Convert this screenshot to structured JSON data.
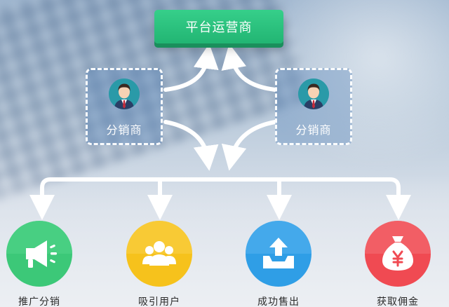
{
  "platform": {
    "label": "平台运营商",
    "color": "#22b573"
  },
  "distributors": [
    {
      "label": "分销商"
    },
    {
      "label": "分销商"
    }
  ],
  "steps": [
    {
      "label": "推广分销",
      "icon": "megaphone-icon",
      "color": "#3cc878"
    },
    {
      "label": "吸引用户",
      "icon": "users-icon",
      "color": "#f6c21c"
    },
    {
      "label": "成功售出",
      "icon": "upload-tray-icon",
      "color": "#2f9ee6"
    },
    {
      "label": "获取佣金",
      "icon": "money-bag-icon",
      "color": "#f04a52"
    }
  ]
}
